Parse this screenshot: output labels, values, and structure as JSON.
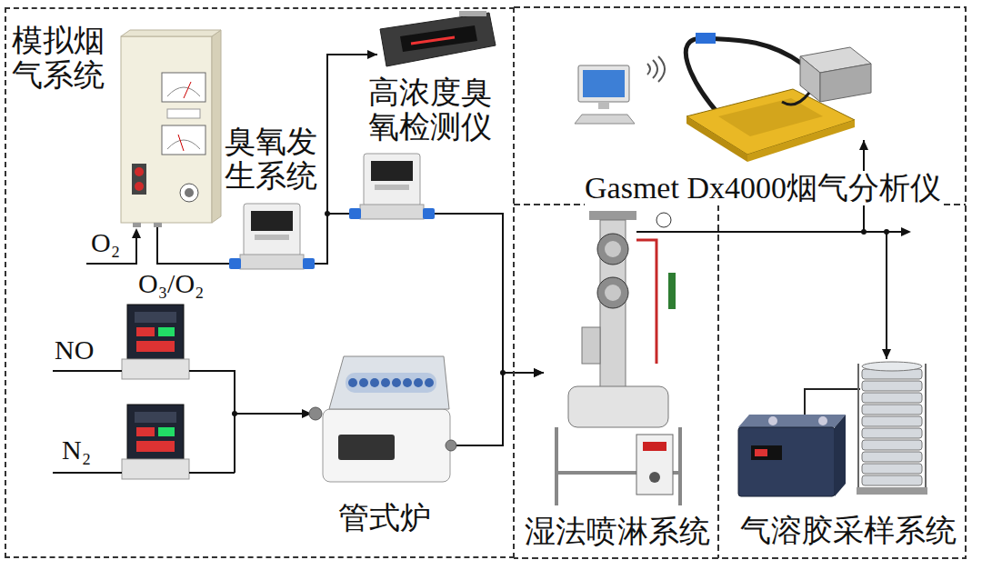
{
  "diagram": {
    "nodes": [
      {
        "text": [
          "模拟烟气系统"
        ]
      },
      {
        "text": [
          "臭氧发生系统"
        ],
        "in": 0
      },
      {
        "text": [
          "高浓度臭氧检测仪"
        ],
        "in": 0
      },
      {
        "text": [
          "管式炉"
        ],
        "in": 0
      },
      {
        "text": [
          "Gasmet Dx4000烟气分析仪"
        ]
      },
      {
        "text": [
          "湿法喷淋系统"
        ]
      },
      {
        "text": [
          "气溶胶采样系统"
        ]
      }
    ],
    "edges": [
      {
        "from": 1,
        "to": 2,
        "arrow": "to"
      },
      {
        "from": 1,
        "to": 5,
        "arrow": "to"
      },
      {
        "from": 3,
        "to": 5,
        "arrow": "to"
      },
      {
        "from": 5,
        "to": 4,
        "arrow": "to"
      },
      {
        "from": 5,
        "to": 6,
        "arrow": "to"
      }
    ],
    "labels": [
      "O₂",
      "O₃/O₂",
      "NO",
      "N₂"
    ]
  }
}
